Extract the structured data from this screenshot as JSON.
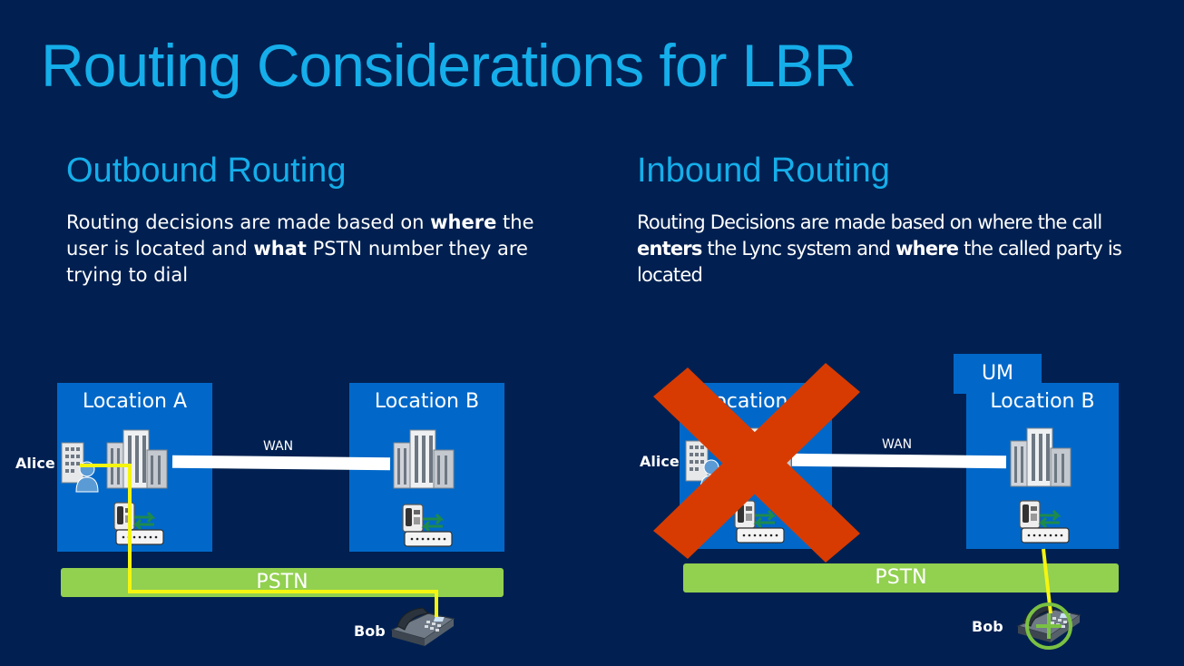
{
  "title": "Routing Considerations for LBR",
  "outbound": {
    "heading": "Outbound Routing",
    "body": [
      {
        "text": "Routing decisions are made based on ",
        "bold": false
      },
      {
        "text": "where",
        "bold": true
      },
      {
        "text": " the user is located and ",
        "bold": false
      },
      {
        "text": "what",
        "bold": true
      },
      {
        "text": " PSTN number they are trying to dial",
        "bold": false
      }
    ],
    "location_a": "Location A",
    "location_b": "Location B",
    "wan": "WAN",
    "pstn": "PSTN",
    "alice": "Alice",
    "bob": "Bob"
  },
  "inbound": {
    "heading": "Inbound Routing",
    "body": [
      {
        "text": "Routing Decisions are made based on where the call ",
        "bold": false
      },
      {
        "text": "enters",
        "bold": true
      },
      {
        "text": " the Lync system and ",
        "bold": false
      },
      {
        "text": "where",
        "bold": true
      },
      {
        "text": " the called party is located",
        "bold": false
      }
    ],
    "location_a": "Location A",
    "location_b": "Location B",
    "um": "UM",
    "wan": "WAN",
    "pstn": "PSTN",
    "alice": "Alice",
    "bob": "Bob"
  },
  "colors": {
    "background": "#012051",
    "accent": "#15aeea",
    "location_box": "#0168c9",
    "pstn_bar": "#92d050",
    "route_line": "#f5f50f",
    "cross": "#d83b01",
    "highlight_ring": "#7ac143"
  }
}
